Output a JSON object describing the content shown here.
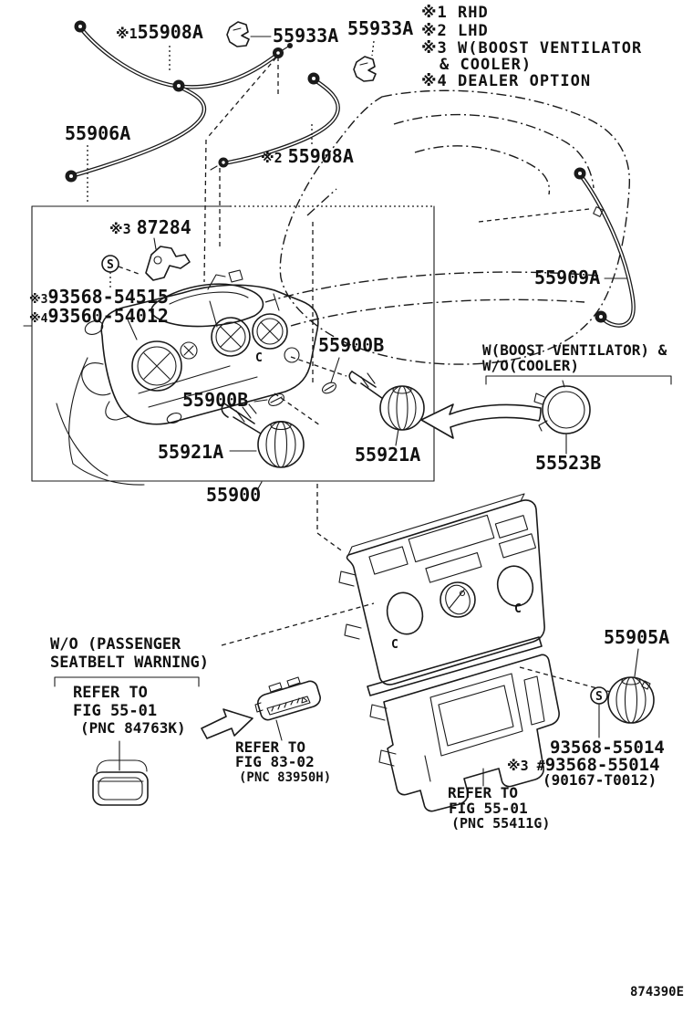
{
  "colors": {
    "ink": "#1a1a1a",
    "background": "#ffffff"
  },
  "doc": {
    "code": "874390E"
  },
  "legend": {
    "item1": "※1 RHD",
    "item2": "※2 LHD",
    "item3_line1": "※3 W(BOOST VENTILATOR",
    "item3_line2": "& COOLER)",
    "item4": "※4 DEALER OPTION"
  },
  "labels": {
    "cable_top_prefix": "※1",
    "cable_top": "55908A",
    "clip1": "55933A",
    "clip2": "55933A",
    "cable_left": "55906A",
    "cable_mid_prefix": "※2",
    "cable_mid": "55908A",
    "bracket_prefix": "※3",
    "bracket": "87284",
    "screw1_prefix": "※3",
    "screw1": "93568-54515",
    "screw2_prefix": "※4",
    "screw2": "93560-54012",
    "grommet1": "55900B",
    "grommet2": "55900B",
    "cable_right": "55909A",
    "knob_left": "55921A",
    "knob_right": "55921A",
    "boost_knob": "55523B",
    "assembly": "55900",
    "lower_knob": "55905A",
    "screw3": "93568-55014",
    "screw4_prefix": "※3 #",
    "screw4": "93568-55014",
    "screw4_alt": "(90167-T0012)"
  },
  "notes": {
    "boost_line1": "W(BOOST VENTILATOR) &",
    "boost_line2": "W/O(COOLER)",
    "seatbelt_line1": "W/O (PASSENGER",
    "seatbelt_line2": "SEATBELT WARNING)"
  },
  "references": {
    "ref1": {
      "line1": "REFER TO",
      "line2": "FIG 55-01",
      "line3": "(PNC 84763K)"
    },
    "ref2": {
      "line1": "REFER TO",
      "line2": "FIG 83-02",
      "line3": "(PNC 83950H)"
    },
    "ref3": {
      "line1": "REFER TO",
      "line2": "FIG 55-01",
      "line3": "(PNC 55411G)"
    }
  },
  "symbols": {
    "screw_symbol": "S",
    "panel_marker": "C"
  }
}
